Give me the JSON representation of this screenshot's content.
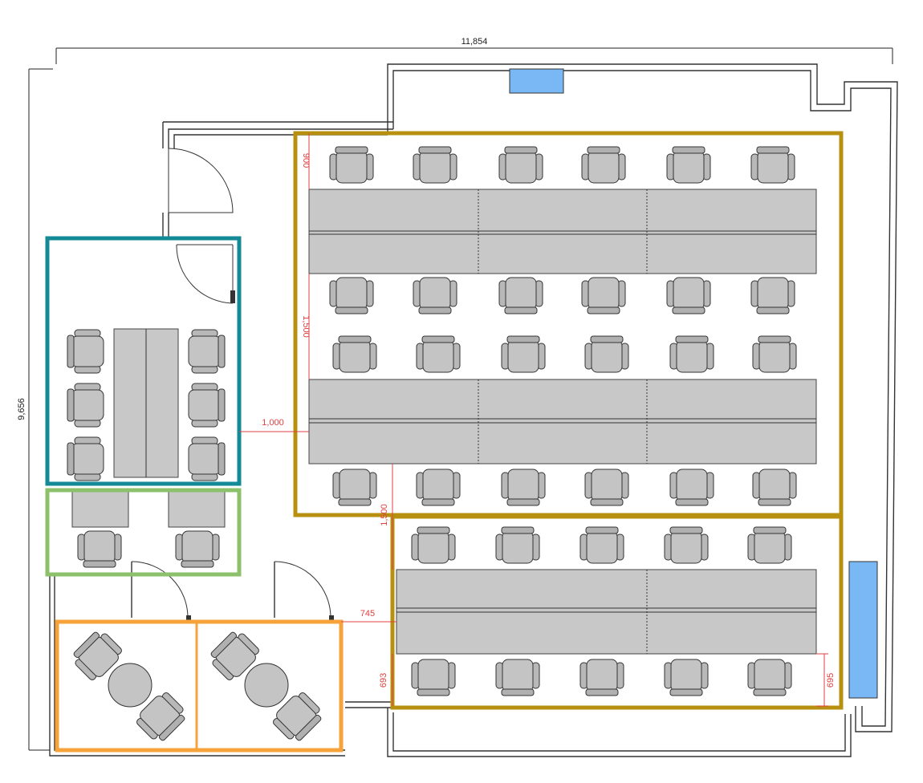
{
  "dimensions": {
    "overall_width": "11,854",
    "overall_height": "9,656",
    "corridor_gap": "1,000",
    "top_clearance": "900",
    "aisle_upper": "1,500",
    "aisle_lower": "1,500",
    "side_gap": "745",
    "lower_left_gap": "693",
    "lower_right_gap": "695"
  },
  "zones": [
    {
      "name": "meeting-room",
      "color": "#138a96"
    },
    {
      "name": "reception-desks",
      "color": "#8dc06b"
    },
    {
      "name": "private-office-1",
      "color": "#f5a33a"
    },
    {
      "name": "private-office-2",
      "color": "#f5a33a"
    },
    {
      "name": "open-plan-upper",
      "color": "#b8900f"
    },
    {
      "name": "open-plan-lower",
      "color": "#b8900f"
    }
  ],
  "colors": {
    "window": "#7ab8f5",
    "desk": "#c8c8c8",
    "chair": "#c4c4c4",
    "dimension": "#e04040"
  }
}
